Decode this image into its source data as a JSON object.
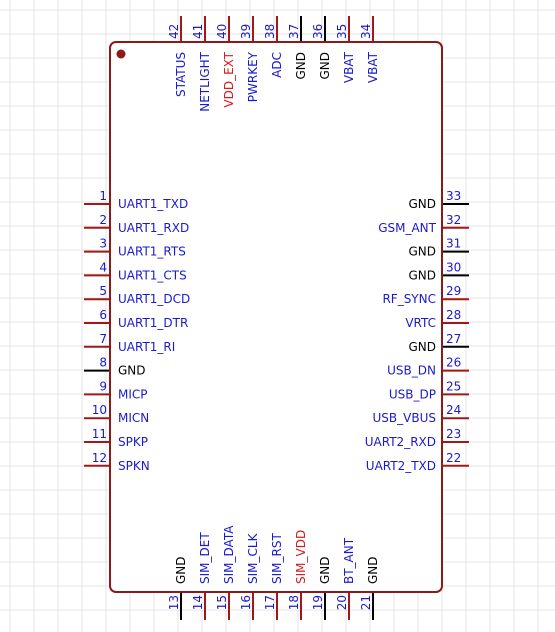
{
  "colors": {
    "body": "#8b1a1a",
    "signal_text": "#1a1acc",
    "num_text": "#1a1acc",
    "ground_text": "#000000",
    "power_text": "#d02020",
    "signal_pin": "#a01818",
    "ground_pin": "#000000",
    "grid": "#e4e4e4"
  },
  "pins": {
    "left": [
      {
        "num": "1",
        "name": "UART1_TXD",
        "kind": "signal"
      },
      {
        "num": "2",
        "name": "UART1_RXD",
        "kind": "signal"
      },
      {
        "num": "3",
        "name": "UART1_RTS",
        "kind": "signal"
      },
      {
        "num": "4",
        "name": "UART1_CTS",
        "kind": "signal"
      },
      {
        "num": "5",
        "name": "UART1_DCD",
        "kind": "signal"
      },
      {
        "num": "6",
        "name": "UART1_DTR",
        "kind": "signal"
      },
      {
        "num": "7",
        "name": "UART1_RI",
        "kind": "signal"
      },
      {
        "num": "8",
        "name": "GND",
        "kind": "ground"
      },
      {
        "num": "9",
        "name": "MICP",
        "kind": "signal"
      },
      {
        "num": "10",
        "name": "MICN",
        "kind": "signal"
      },
      {
        "num": "11",
        "name": "SPKP",
        "kind": "signal"
      },
      {
        "num": "12",
        "name": "SPKN",
        "kind": "signal"
      }
    ],
    "right": [
      {
        "num": "33",
        "name": "GND",
        "kind": "ground"
      },
      {
        "num": "32",
        "name": "GSM_ANT",
        "kind": "signal"
      },
      {
        "num": "31",
        "name": "GND",
        "kind": "ground"
      },
      {
        "num": "30",
        "name": "GND",
        "kind": "ground"
      },
      {
        "num": "29",
        "name": "RF_SYNC",
        "kind": "signal"
      },
      {
        "num": "28",
        "name": "VRTC",
        "kind": "signal"
      },
      {
        "num": "27",
        "name": "GND",
        "kind": "ground"
      },
      {
        "num": "26",
        "name": "USB_DN",
        "kind": "signal"
      },
      {
        "num": "25",
        "name": "USB_DP",
        "kind": "signal"
      },
      {
        "num": "24",
        "name": "USB_VBUS",
        "kind": "signal"
      },
      {
        "num": "23",
        "name": "UART2_RXD",
        "kind": "signal"
      },
      {
        "num": "22",
        "name": "UART2_TXD",
        "kind": "signal"
      }
    ],
    "top": [
      {
        "num": "42",
        "name": "STATUS",
        "kind": "signal"
      },
      {
        "num": "41",
        "name": "NETLIGHT",
        "kind": "signal"
      },
      {
        "num": "40",
        "name": "VDD_EXT",
        "kind": "power"
      },
      {
        "num": "39",
        "name": "PWRKEY",
        "kind": "signal"
      },
      {
        "num": "38",
        "name": "ADC",
        "kind": "signal"
      },
      {
        "num": "37",
        "name": "GND",
        "kind": "ground"
      },
      {
        "num": "36",
        "name": "GND",
        "kind": "ground"
      },
      {
        "num": "35",
        "name": "VBAT",
        "kind": "signal"
      },
      {
        "num": "34",
        "name": "VBAT",
        "kind": "signal"
      }
    ],
    "bottom": [
      {
        "num": "13",
        "name": "GND",
        "kind": "ground"
      },
      {
        "num": "14",
        "name": "SIM_DET",
        "kind": "signal"
      },
      {
        "num": "15",
        "name": "SIM_DATA",
        "kind": "signal"
      },
      {
        "num": "16",
        "name": "SIM_CLK",
        "kind": "signal"
      },
      {
        "num": "17",
        "name": "SIM_RST",
        "kind": "signal"
      },
      {
        "num": "18",
        "name": "SIM_VDD",
        "kind": "power"
      },
      {
        "num": "19",
        "name": "GND",
        "kind": "ground"
      },
      {
        "num": "20",
        "name": "BT_ANT",
        "kind": "signal"
      },
      {
        "num": "21",
        "name": "GND",
        "kind": "ground"
      }
    ]
  }
}
